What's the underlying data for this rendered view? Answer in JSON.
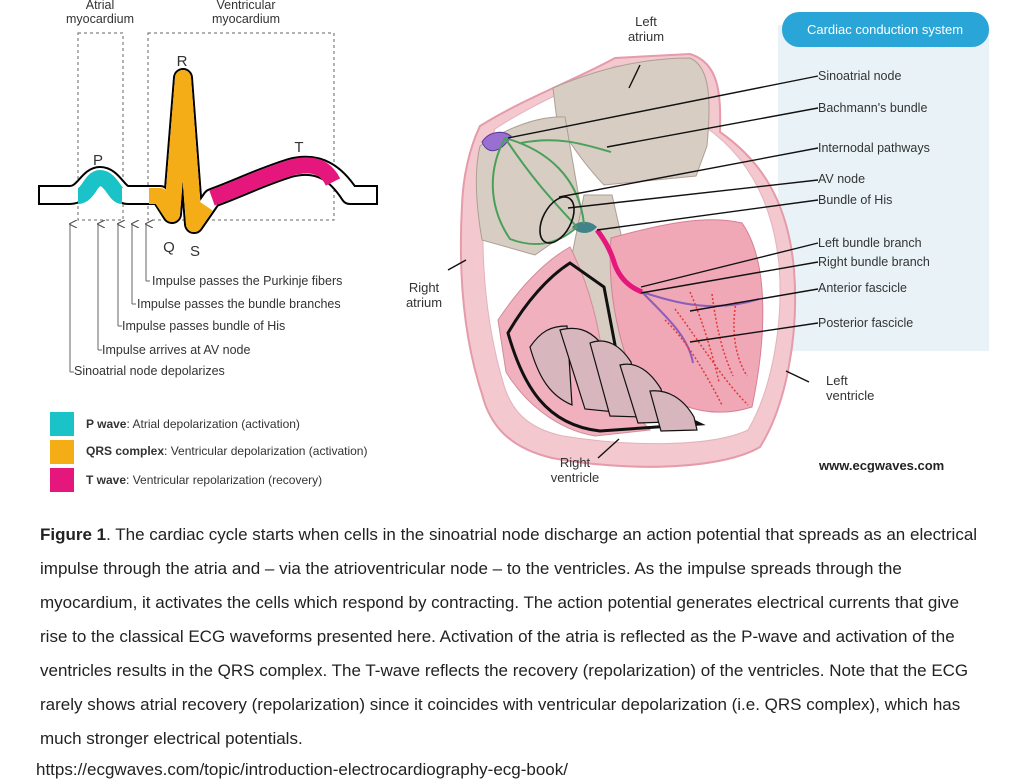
{
  "ecg_panel": {
    "regions": {
      "atrial": "Atrial\nmyocardium",
      "ventricular": "Ventricular\nmyocardium"
    },
    "waves": {
      "p": "P",
      "q": "Q",
      "r": "R",
      "s": "S",
      "t": "T"
    },
    "annotations": [
      "Impulse passes the Purkinje fibers",
      "Impulse passes the bundle branches",
      "Impulse passes bundle of His",
      "Impulse arrives at AV node",
      "Sinoatrial node depolarizes"
    ],
    "legend": [
      {
        "term": "P wave",
        "desc": "Atrial depolarization (activation)",
        "color": "#19c3c7"
      },
      {
        "term": "QRS complex",
        "desc": "Ventricular depolarization (activation)",
        "color": "#f5ad17"
      },
      {
        "term": "T wave",
        "desc": "Ventricular repolarization (recovery)",
        "color": "#e5177d"
      }
    ]
  },
  "heart_panel": {
    "top_labels": {
      "left_atrium": "Left\natrium",
      "right_atrium": "Right\natrium",
      "left_ventricle": "Left\nventricle",
      "right_ventricle": "Right\nventricle"
    },
    "system_title": "Cardiac conduction system",
    "conduction": [
      "Sinoatrial node",
      "Bachmann's bundle",
      "Internodal pathways",
      "AV node",
      "Bundle of His",
      "Left bundle branch",
      "Right bundle branch",
      "Anterior fascicle",
      "Posterior fascicle"
    ],
    "website": "www.ecgwaves.com"
  },
  "caption": {
    "figure": "Figure 1",
    "text": ". The cardiac cycle starts when cells in the sinoatrial node discharge an action potential that spreads as an electrical impulse through the atria and – via the atrioventricular node – to the ventricles. As the impulse spreads through the myocardium, it activates the cells which respond by contracting. The action potential generates electrical currents that give rise to the classical ECG waveforms presented here. Activation of the atria is reflected as the P-wave and activation of the ventricles results in the QRS complex. The T-wave reflects the recovery (repolarization) of the ventricles. Note that the ECG rarely shows atrial recovery (repolarization) since it coincides with ventricular depolarization (i.e. QRS complex), which has much stronger electrical potentials."
  },
  "source_url": "https://ecgwaves.com/topic/introduction-electrocardiography-ecg-book/"
}
